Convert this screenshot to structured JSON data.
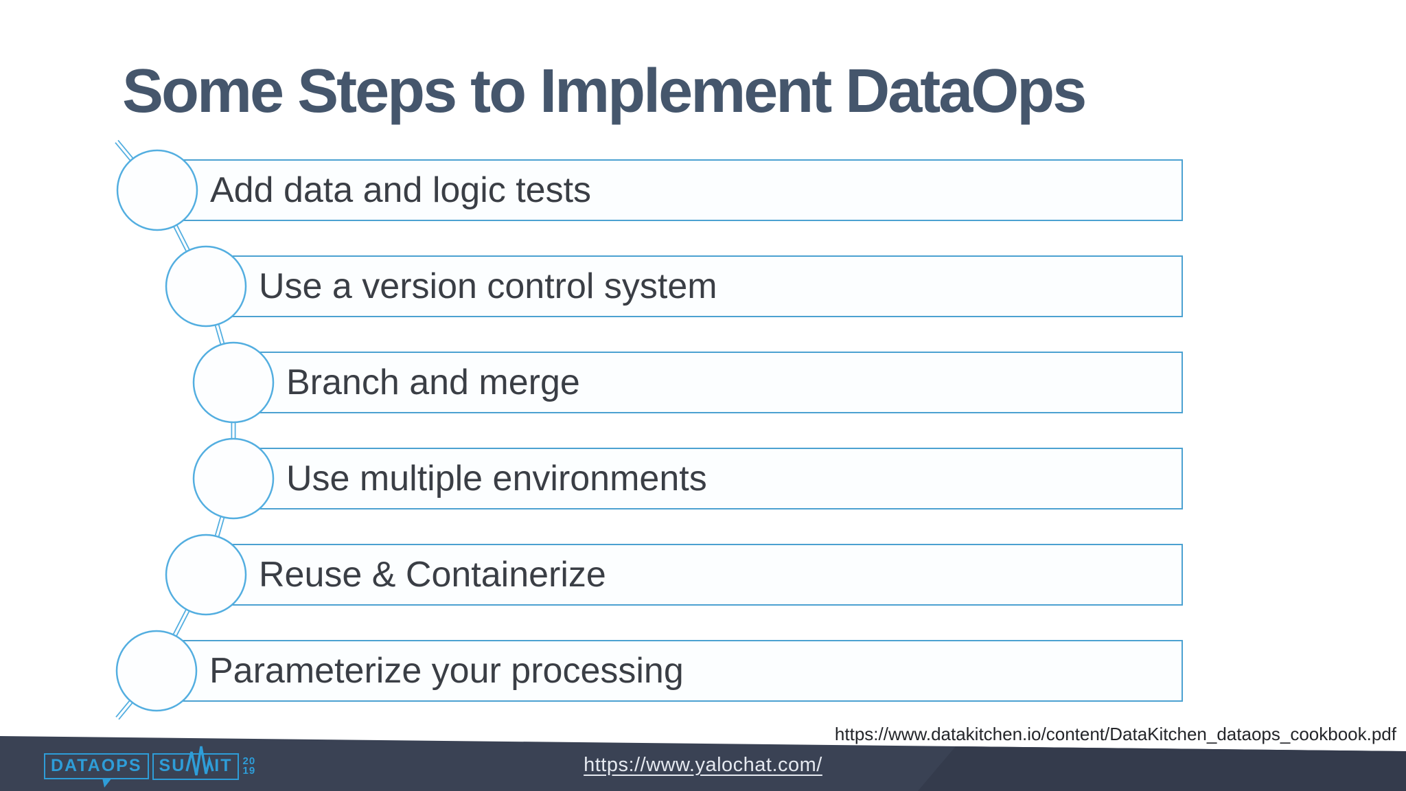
{
  "slide": {
    "title": "Some Steps to Implement DataOps",
    "steps": [
      {
        "label": "Add data and logic tests"
      },
      {
        "label": "Use a version control system"
      },
      {
        "label": "Branch and merge"
      },
      {
        "label": "Use multiple environments"
      },
      {
        "label": "Reuse & Containerize"
      },
      {
        "label": "Parameterize your processing"
      }
    ],
    "source_url": "https://www.datakitchen.io/content/DataKitchen_dataops_cookbook.pdf"
  },
  "footer": {
    "link_text": "https://www.yalochat.com/",
    "logo": {
      "word_dataops": "DATAOPS",
      "word_summit_prefix": "SU",
      "word_summit_suffix": "IT",
      "year_top": "20",
      "year_bottom": "19"
    }
  },
  "colors": {
    "title_text": "#45566C",
    "step_text": "#3A3E45",
    "diagram_blue": "#53AEE0",
    "bar_border_blue": "#4BA1D1",
    "footer_background": "#3A4254",
    "footer_background_dark": "#343B4C",
    "logo_blue": "#2E9DD8",
    "footer_link_text": "#E5E9F0"
  }
}
